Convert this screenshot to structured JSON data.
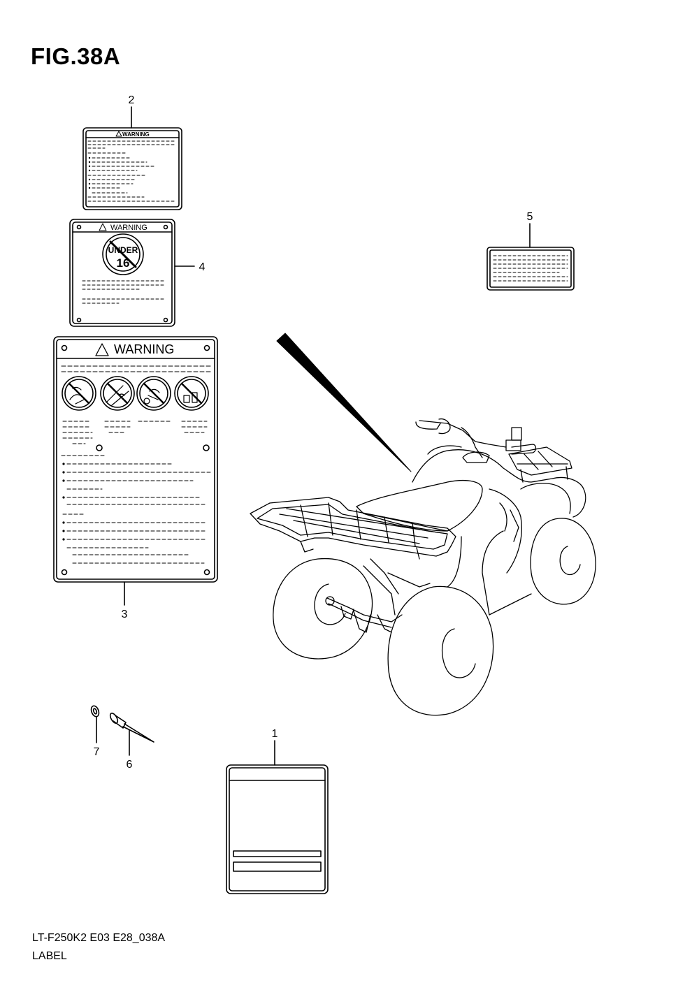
{
  "title": "FIG.38A",
  "footer": {
    "code": "LT-F250K2 E03 E28_038A",
    "section": "LABEL"
  },
  "callouts": {
    "c1": "1",
    "c2": "2",
    "c3": "3",
    "c4": "4",
    "c5": "5",
    "c6": "6",
    "c7": "7"
  },
  "labels": {
    "warning_small": "WARNING",
    "warning_medium": "WARNING",
    "warning_large": "WARNING",
    "age_under": "UNDER",
    "age_number": "16"
  },
  "icons": {
    "warning_triangle": "warning-triangle-icon",
    "no_under_16": "prohibition-under-16-icon",
    "pictograms": [
      "no-passenger-icon",
      "no-paved-road-icon",
      "no-wheelie-icon",
      "no-alcohol-icon"
    ]
  },
  "colors": {
    "line": "#000000",
    "background": "#ffffff"
  }
}
